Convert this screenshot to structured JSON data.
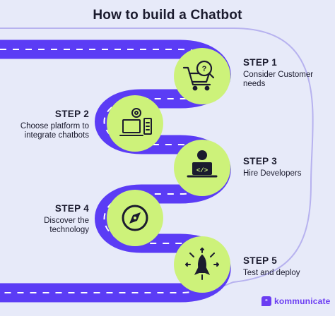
{
  "title": "How to build a Chatbot",
  "steps": [
    {
      "heading": "STEP 1",
      "desc": "Consider Customer needs",
      "icon": "shopping-cart-search-icon"
    },
    {
      "heading": "STEP 2",
      "desc": "Choose platform to integrate chatbots",
      "icon": "platform-devices-icon"
    },
    {
      "heading": "STEP 3",
      "desc": "Hire Developers",
      "icon": "developer-laptop-icon"
    },
    {
      "heading": "STEP 4",
      "desc": "Discover the technology",
      "icon": "compass-icon"
    },
    {
      "heading": "STEP 5",
      "desc": "Test and deploy",
      "icon": "rocket-icon"
    }
  ],
  "brand": {
    "name": "kommunicate",
    "logo_glyph": "“"
  },
  "colors": {
    "road": "#5b3cf5",
    "background": "#e7eaf9",
    "circle": "#cdf27a",
    "text": "#1b1b2e",
    "brand": "#6b3df2"
  }
}
